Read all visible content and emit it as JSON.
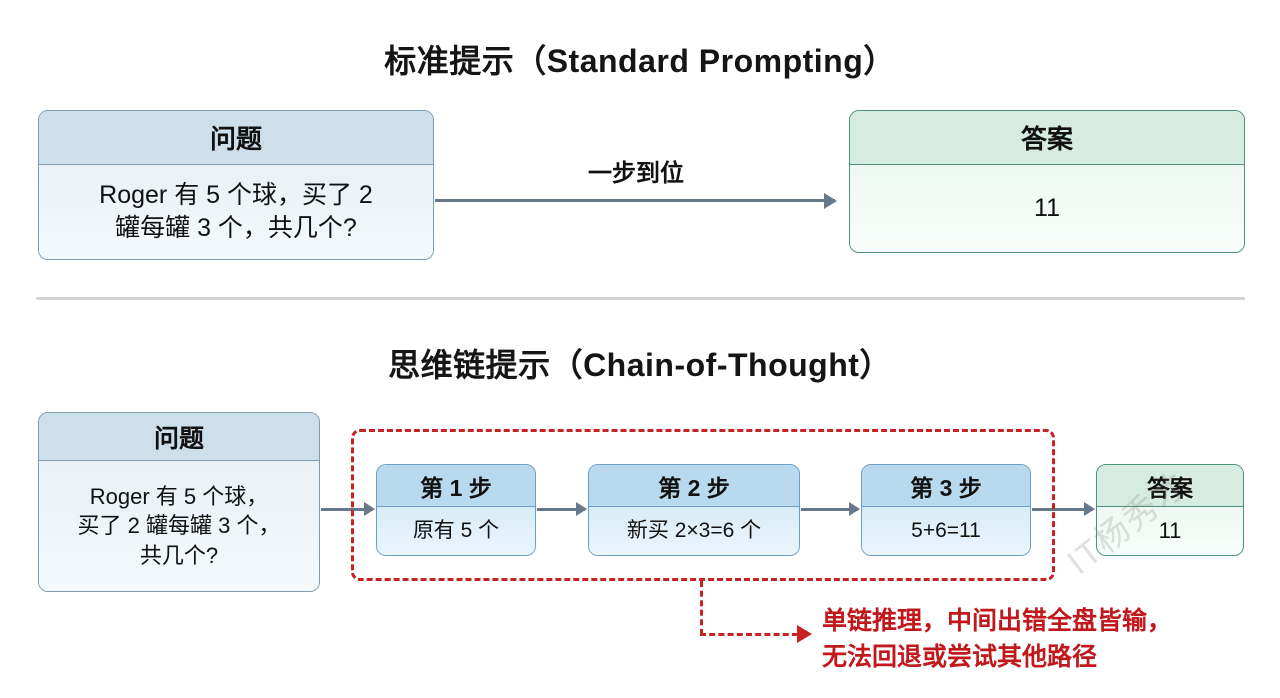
{
  "watermark": "IT杨秀才",
  "sections": {
    "standard": {
      "title": "标准提示（Standard Prompting）",
      "question": {
        "header": "问题",
        "body": "Roger 有 5 个球，买了 2\n罐每罐 3 个，共几个?"
      },
      "arrow_label": "一步到位",
      "answer": {
        "header": "答案",
        "body": "11"
      }
    },
    "cot": {
      "title": "思维链提示（Chain-of-Thought）",
      "question": {
        "header": "问题",
        "body": "Roger 有 5 个球，\n买了 2 罐每罐 3 个，\n共几个?"
      },
      "steps": [
        {
          "header": "第 1 步",
          "body": "原有 5 个"
        },
        {
          "header": "第 2 步",
          "body": "新买 2×3=6 个"
        },
        {
          "header": "第 3 步",
          "body": "5+6=11"
        }
      ],
      "answer": {
        "header": "答案",
        "body": "11"
      },
      "warning_lines": [
        "单链推理，中间出错全盘皆输，",
        "无法回退或尝试其他路径"
      ]
    }
  },
  "colors": {
    "accent_red": "#c0181b",
    "dashed_red": "#c62222",
    "arrow_gray": "#67788a",
    "question_border": "#7f9bae",
    "question_header_bg": "#cddfea",
    "step_border": "#6d9ec4",
    "step_header_bg": "#b9d9ef",
    "answer_border": "#4f8f7f",
    "answer_header_bg": "#d6ece0",
    "divider": "#d2d5d8"
  }
}
